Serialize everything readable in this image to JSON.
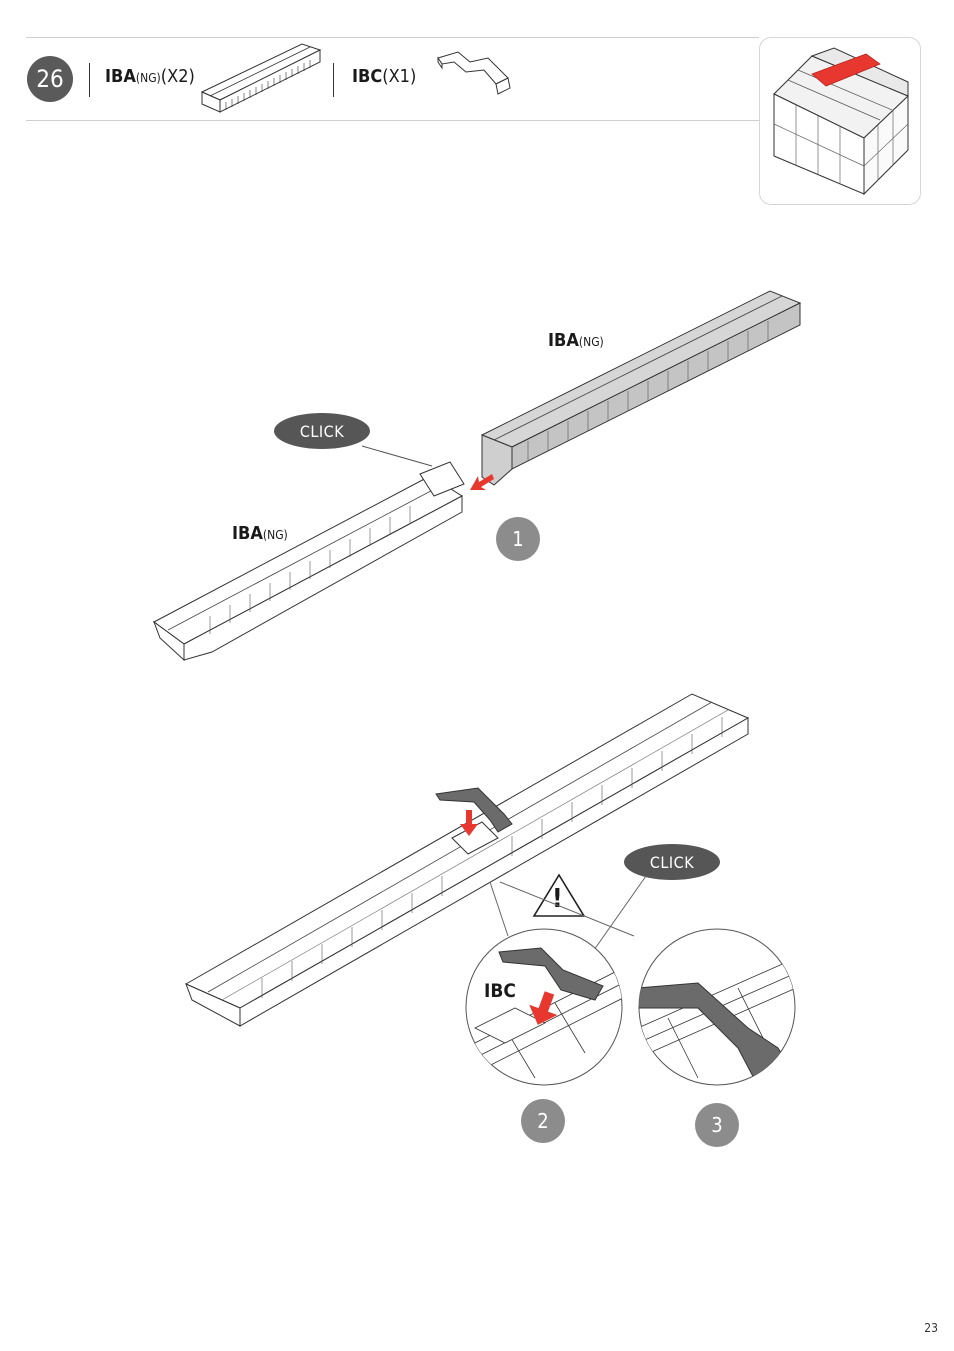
{
  "header": {
    "step_number": "26",
    "part1_code": "IBA",
    "part1_variant": "(NG)",
    "part1_qty": "(X2)",
    "part2_code": "IBC",
    "part2_qty": "(X1)"
  },
  "step1": {
    "label_upper_code": "IBA",
    "label_upper_variant": "(NG)",
    "label_lower_code": "IBA",
    "label_lower_variant": "(NG)",
    "click_text": "CLICK",
    "number": "1"
  },
  "step2": {
    "click_text": "CLICK",
    "ibc_label": "IBC",
    "warning_symbol": "!",
    "number_a": "2",
    "number_b": "3"
  },
  "colors": {
    "highlight_red": "#e8372e",
    "dark_part": "#6b6b6b",
    "gray_part": "#d0d0d0"
  },
  "footer": {
    "page_number": "23"
  }
}
